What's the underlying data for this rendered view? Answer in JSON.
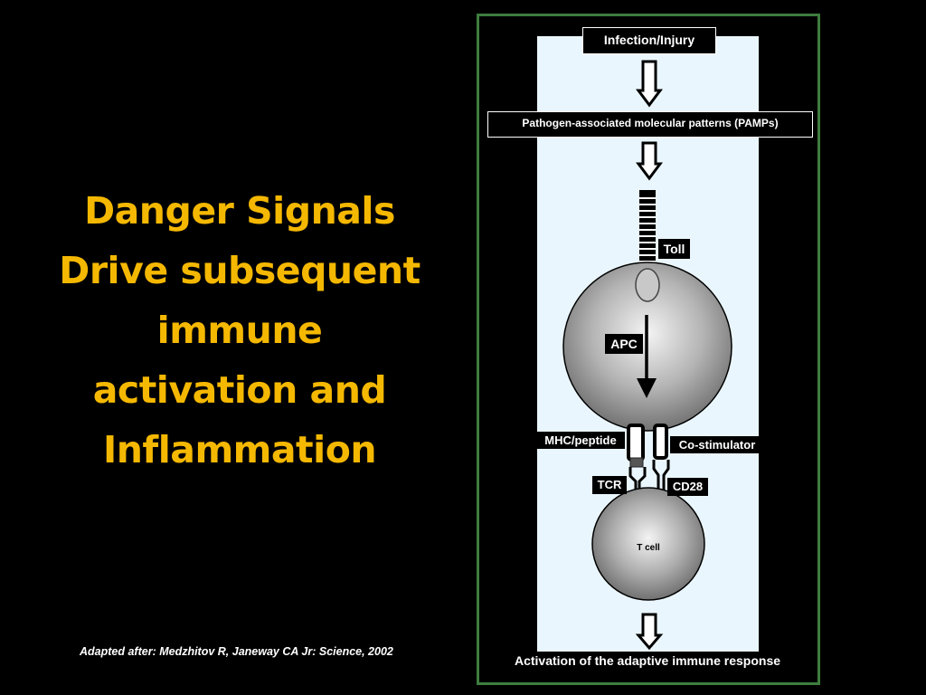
{
  "title_lines": [
    "Danger Signals",
    "Drive subsequent",
    "immune",
    "activation and",
    "Inflammation"
  ],
  "citation": "Adapted after: Medzhitov R, Janeway CA Jr: Science, 2002",
  "diagram": {
    "infection": "Infection/Injury",
    "pamps": "Pathogen-associated molecular patterns (PAMPs)",
    "toll": "Toll",
    "apc": "APC",
    "mhc": "MHC/peptide",
    "costim": "Co-stimulator",
    "tcr": "TCR",
    "cd28": "CD28",
    "tcell": "T cell",
    "activation": "Activation of the adaptive immune response"
  }
}
